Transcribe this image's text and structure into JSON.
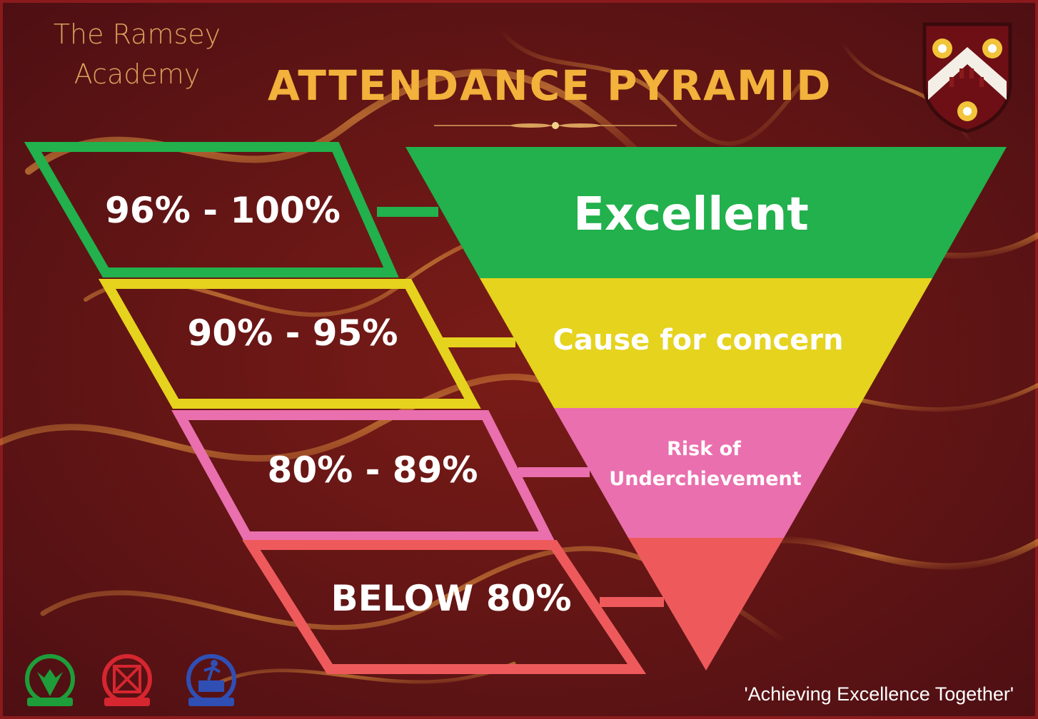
{
  "header": {
    "school_line1": "The Ramsey",
    "school_line2": "Academy",
    "title": "ATTENDANCE PYRAMID"
  },
  "tiers": [
    {
      "range": "96% - 100%",
      "label_lines": [
        "Excellent"
      ],
      "color": "#22b14c"
    },
    {
      "range": "90% - 95%",
      "label_lines": [
        "Cause for concern"
      ],
      "color": "#e5d31e"
    },
    {
      "range": "80% - 89%",
      "label_lines": [
        "Risk of",
        "Underchievement"
      ],
      "color": "#ea6fae"
    },
    {
      "range": "BELOW 80%",
      "label_lines": [],
      "color": "#ee5a5c"
    }
  ],
  "footer": {
    "tagline": "'Achieving Excellence Together'",
    "badges": [
      {
        "icon": "aspiration-badge-icon",
        "color": "#1e9e3a"
      },
      {
        "icon": "diversity-badge-icon",
        "color": "#d62630"
      },
      {
        "icon": "endeavour-badge-icon",
        "color": "#2f4fb5"
      }
    ]
  },
  "crest": {
    "icon": "school-crest-icon"
  },
  "theme": {
    "background": "#5a1214",
    "title_color": "#f2b23b",
    "accent": "#d9a15c"
  }
}
